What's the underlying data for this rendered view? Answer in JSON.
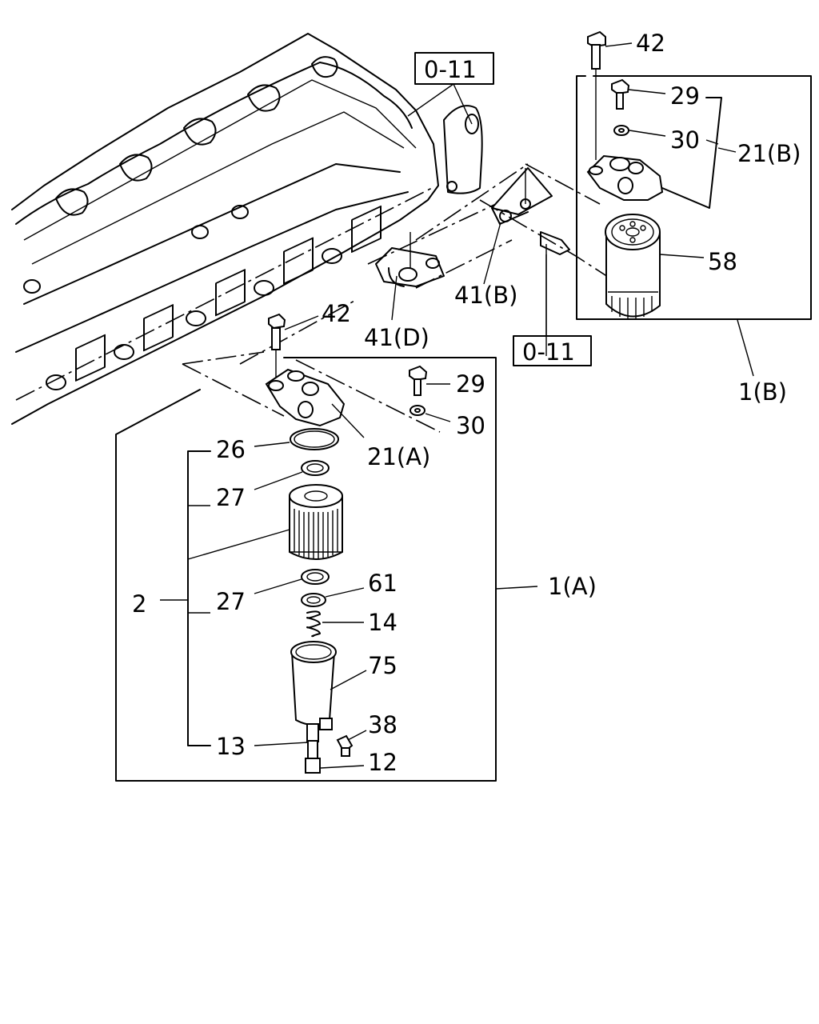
{
  "labels": {
    "ref_top": "0-11",
    "ref_bottom": "0-11",
    "p42_top": "42",
    "p29_top": "29",
    "p30_top": "30",
    "p21b": "21(B)",
    "p58": "58",
    "p41b": "41(B)",
    "p41d": "41(D)",
    "p1b": "1(B)",
    "p42_bot": "42",
    "p29_bot": "29",
    "p30_bot": "30",
    "p21a": "21(A)",
    "p26": "26",
    "p27_top": "27",
    "p2": "2",
    "p27_bot": "27",
    "p61": "61",
    "p14": "14",
    "p75": "75",
    "p38": "38",
    "p13": "13",
    "p12": "12",
    "p1a": "1(A)"
  }
}
